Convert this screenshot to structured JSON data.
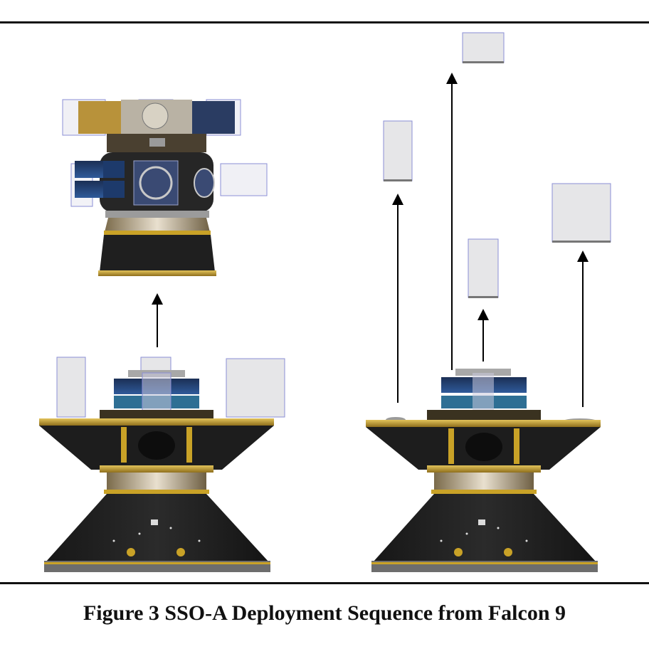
{
  "figure": {
    "caption": "Figure 3 SSO-A Deployment Sequence from Falcon 9",
    "panels": [
      {
        "name": "before-separation",
        "description_visible": false
      },
      {
        "name": "after-separation",
        "description_visible": false
      }
    ],
    "colors": {
      "rule": "#111111",
      "satellite_box": "#e6e6e8",
      "satellite_border": "#8b8fd6",
      "structure_dark": "#1f1f1f",
      "gold_trim": "#c9a227",
      "blue_panel": "#1d3a6b",
      "silver": "#c9c9c9",
      "arrow": "#000000"
    }
  }
}
